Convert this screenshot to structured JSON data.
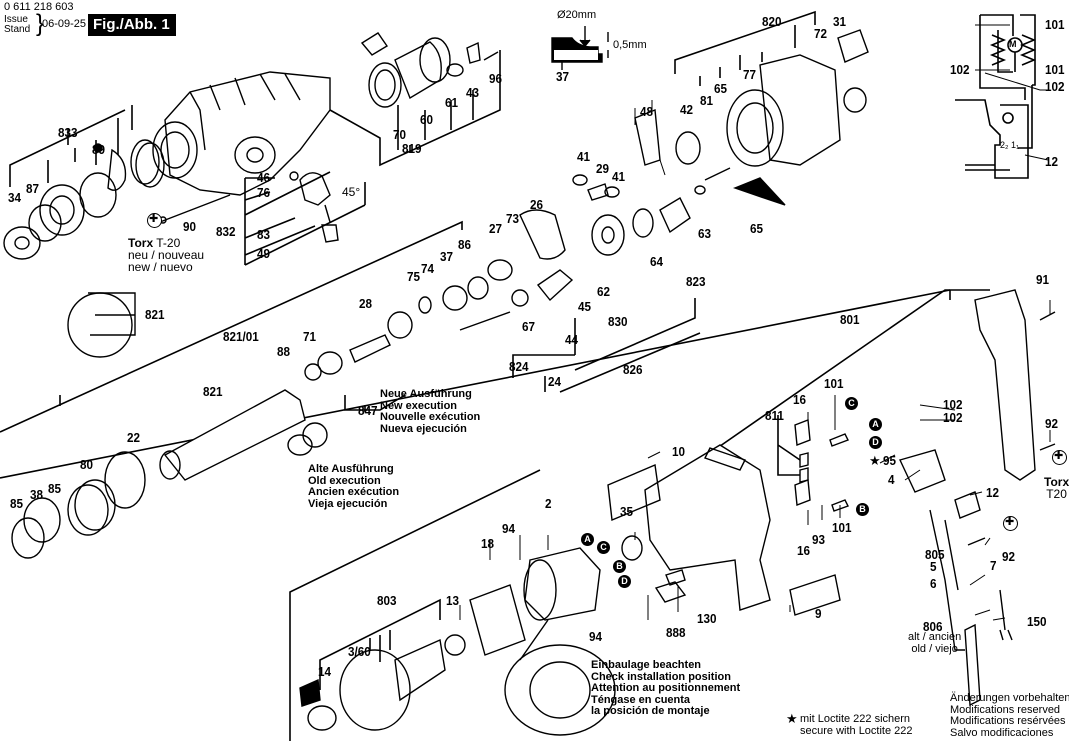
{
  "header": {
    "part_number": "0 611 218 603",
    "issue_label": "Issue",
    "stand_label": "Stand",
    "date": "06-09-25",
    "figure": "Fig./Abb. 1"
  },
  "detail_37": {
    "diameter": "Ø20mm",
    "thickness": "0,5mm",
    "part": "37"
  },
  "torx_note": {
    "title_bold": "Torx",
    "title_rest": " T-20",
    "line2": "neu / nouveau",
    "line3": "new / nuevo"
  },
  "angle_label": "45°",
  "new_execution": [
    "Neue Ausführung",
    "New execution",
    "Nouvelle exécution",
    "Nueva ejecución"
  ],
  "old_execution": [
    "Alte Ausführung",
    "Old execution",
    "Ancien exécution",
    "Vieja ejecución"
  ],
  "install_note": [
    "Einbaulage beachten",
    "Check installation position",
    "Attention au positionnement",
    "Téngase en cuenta",
    "la posición de montaje"
  ],
  "loctite_note": {
    "line1": "mit Loctite 222 sichern",
    "line2": "secure with Loctite 222"
  },
  "modifications": [
    "Änderungen vorbehalten",
    "Modifications reserved",
    "Modifications resérvées",
    "Salvo modificaciones"
  ],
  "old_tube": {
    "line1": "alt / ancien",
    "line2": "old / viejo"
  },
  "torx_handle": {
    "line1": "Torx",
    "line2": "T20"
  },
  "wiring": {
    "switch_terms": "2₂ 1₁",
    "motor": "M"
  },
  "connectors": {
    "a": "A",
    "b": "B",
    "c": "C",
    "d": "D"
  },
  "part_labels": {
    "p833": "833",
    "p89": "89",
    "p87": "87",
    "p34": "34",
    "p90": "90",
    "p832": "832",
    "p46": "46",
    "p76": "76",
    "p83": "83",
    "p49": "49",
    "p70": "70",
    "p60": "60",
    "p61": "61",
    "p43": "43",
    "p96": "96",
    "p819": "819",
    "p820": "820",
    "p31": "31",
    "p72": "72",
    "p77": "77",
    "p65a": "65",
    "p81": "81",
    "p42": "42",
    "p101a": "101",
    "p101b": "101",
    "p102a": "102",
    "p102b": "102",
    "p12a": "12",
    "p48": "48",
    "p41a": "41",
    "p41b": "41",
    "p29": "29",
    "p26": "26",
    "p27": "27",
    "p73": "73",
    "p86": "86",
    "p37b": "37",
    "p74": "74",
    "p75": "75",
    "p28": "28",
    "p71": "71",
    "p88": "88",
    "p821a": "821",
    "p821_01": "821/01",
    "p821b": "821",
    "p847": "847",
    "p62": "62",
    "p64": "64",
    "p63": "63",
    "p65b": "65",
    "p823": "823",
    "p830": "830",
    "p67": "67",
    "p45": "45",
    "p44": "44",
    "p824": "824",
    "p24": "24",
    "p826": "826",
    "p22": "22",
    "p80": "80",
    "p85a": "85",
    "p85b": "85",
    "p38": "38",
    "p801": "801",
    "p91": "91",
    "p92a": "92",
    "p92b": "92",
    "p16a": "16",
    "p16b": "16",
    "p811": "811",
    "p101c": "101",
    "p101d": "101",
    "p93": "93",
    "p102c": "102",
    "p102d": "102",
    "p95": "95",
    "p4": "4",
    "p12b": "12",
    "p805": "805",
    "p5": "5",
    "p6": "6",
    "p7": "7",
    "p806": "806",
    "p150": "150",
    "p10": "10",
    "p9": "9",
    "p35": "35",
    "p130": "130",
    "p888": "888",
    "p2": "2",
    "p18": "18",
    "p94a": "94",
    "p94b": "94",
    "p13": "13",
    "p803": "803",
    "p360": "3/60",
    "p14": "14"
  }
}
